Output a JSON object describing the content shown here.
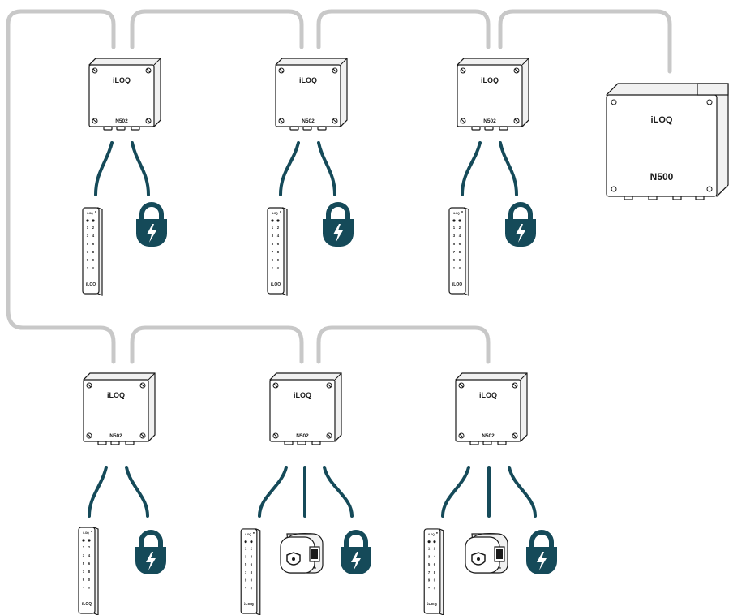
{
  "colors": {
    "cable": "#154a59",
    "lock": "#154a59",
    "bus": "#c8c8c8",
    "outline": "#1a1a1a"
  },
  "central_unit": {
    "logo": "iLOQ",
    "model": "N500"
  },
  "units": [
    {
      "logo": "iLOQ",
      "model": "N502",
      "devices": [
        "keypad-icon",
        "electric-lock-icon"
      ]
    },
    {
      "logo": "iLOQ",
      "model": "N502",
      "devices": [
        "keypad-icon",
        "electric-lock-icon"
      ]
    },
    {
      "logo": "iLOQ",
      "model": "N502",
      "devices": [
        "keypad-icon",
        "electric-lock-icon"
      ]
    },
    {
      "logo": "iLOQ",
      "model": "N502",
      "devices": [
        "keypad-icon",
        "electric-lock-icon"
      ]
    },
    {
      "logo": "iLOQ",
      "model": "N502",
      "devices": [
        "keypad-icon",
        "cylinder-lock-icon",
        "electric-lock-icon"
      ]
    },
    {
      "logo": "iLOQ",
      "model": "N502",
      "devices": [
        "keypad-icon",
        "cylinder-lock-icon",
        "electric-lock-icon"
      ]
    }
  ],
  "keypad": {
    "keys": [
      "1",
      "2",
      "3",
      "4",
      "5",
      "6",
      "7",
      "8",
      "9",
      "0",
      "*",
      "#"
    ],
    "brand": "iLOQ"
  }
}
